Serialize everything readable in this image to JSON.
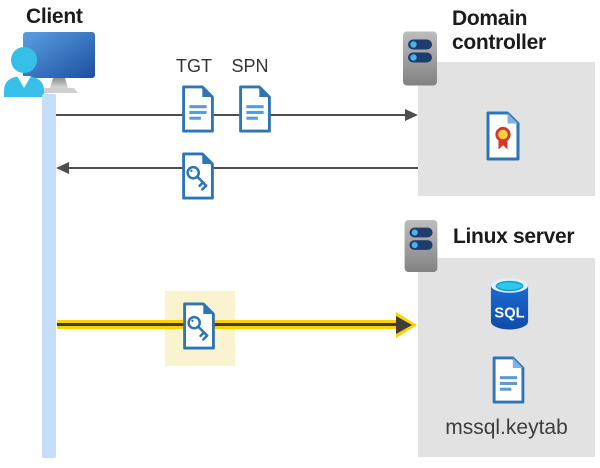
{
  "nodes": {
    "client": {
      "label": "Client"
    },
    "domain_controller": {
      "label": "Domain controller"
    },
    "linux_server": {
      "label": "Linux server"
    }
  },
  "tickets": {
    "tgt_label": "TGT",
    "spn_label": "SPN"
  },
  "linux_contents": {
    "sql_badge": "SQL",
    "keytab_label": "mssql.keytab"
  },
  "icons": {
    "client": "person-at-monitor-icon",
    "domain_controller": "server-icon",
    "linux_server": "server-icon",
    "tgt": "document-icon",
    "spn": "document-icon",
    "service_ticket": "key-document-icon",
    "certificate": "certificate-document-icon",
    "database": "sql-database-icon",
    "keytab": "document-icon"
  },
  "colors": {
    "document_blue": "#2e75b6",
    "document_line_blue": "#5b9bd5",
    "arrow_gray": "#4d4d4d",
    "kerberos_arrow_yellow": "#ffd103",
    "highlight_yellow": "#faf3d0",
    "server_box_gray": "#e2e2e2",
    "client_bar_blue": "#c6defa",
    "person_cyan": "#35bfe9",
    "sql_cyan": "#2ec6ec"
  }
}
